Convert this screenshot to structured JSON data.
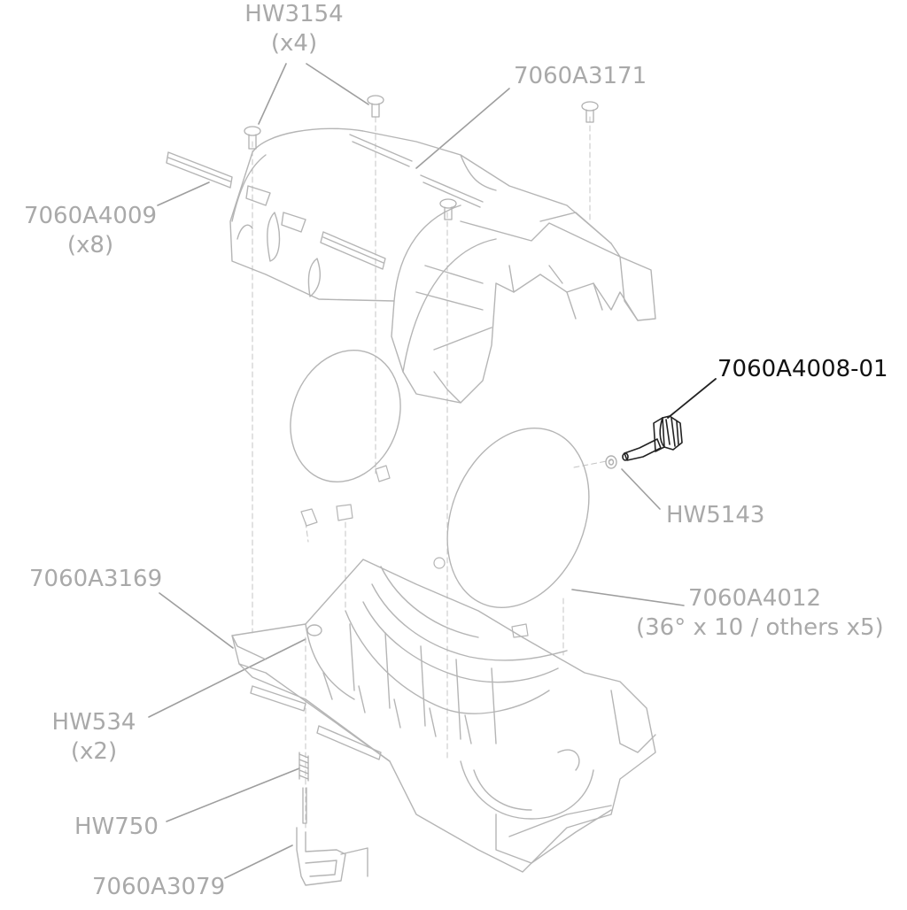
{
  "colors": {
    "muted_label": "#a9a9a9",
    "highlight_label": "#111111",
    "part_stroke": "#b3b3b3",
    "highlight_stroke": "#222222"
  },
  "labels": {
    "hw3154": {
      "part": "HW3154",
      "qty": "(x4)"
    },
    "a3171": {
      "part": "7060A3171"
    },
    "a4009": {
      "part": "7060A4009",
      "qty": "(x8)"
    },
    "a4008": {
      "part": "7060A4008-01"
    },
    "hw5143": {
      "part": "HW5143"
    },
    "a3169": {
      "part": "7060A3169"
    },
    "a4012": {
      "part": "7060A4012",
      "qty": "(36° x 10 / others x5)"
    },
    "hw534": {
      "part": "HW534",
      "qty": "(x2)"
    },
    "hw750": {
      "part": "HW750"
    },
    "a3079": {
      "part": "7060A3079"
    }
  }
}
